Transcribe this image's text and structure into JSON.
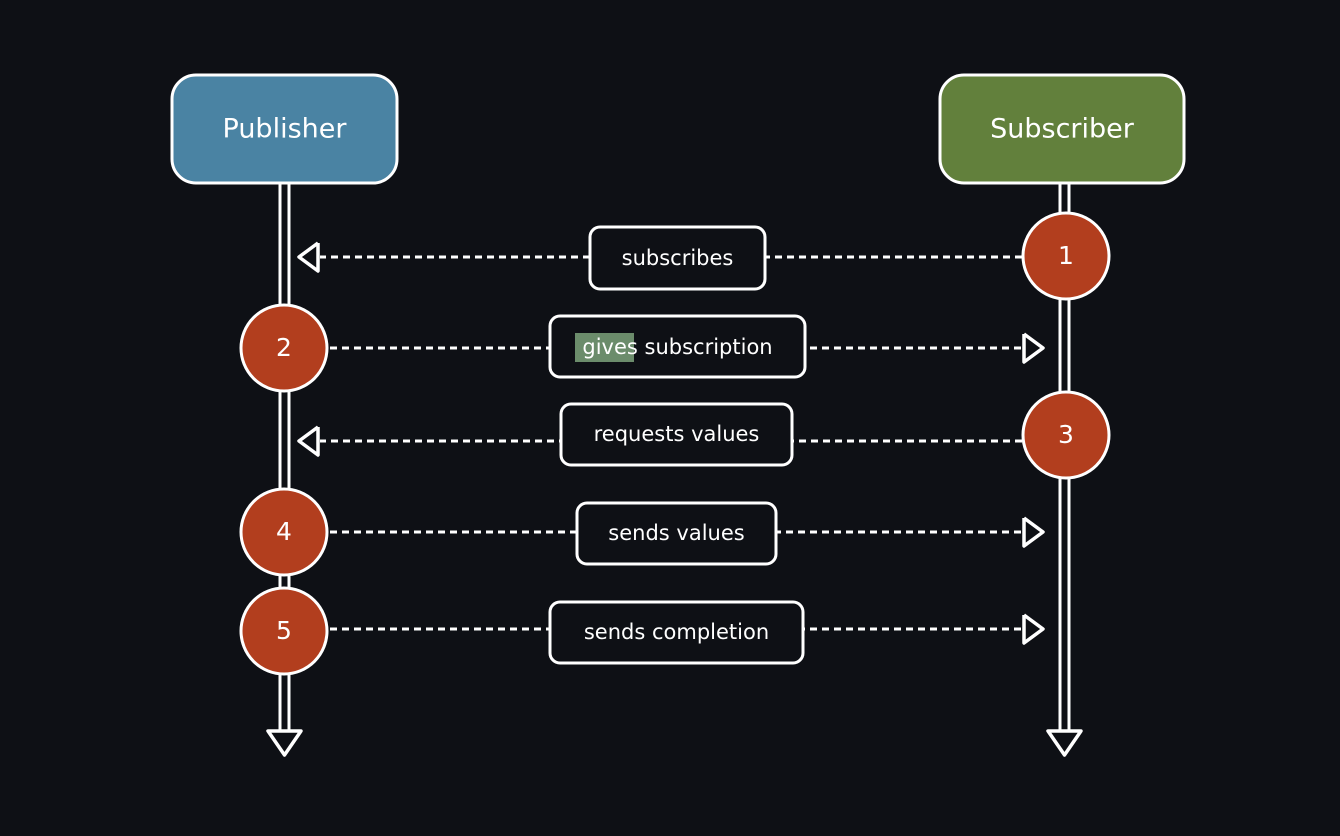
{
  "colors": {
    "background": "#0e1015",
    "publisher_fill": "#4a83a3",
    "subscriber_fill": "#62803c",
    "step_fill": "#b23e1e",
    "highlight": "#6b8c6b",
    "line": "#ffffff"
  },
  "lanes": {
    "publisher": {
      "title": "Publisher"
    },
    "subscriber": {
      "title": "Subscriber"
    }
  },
  "messages": [
    {
      "step": "1",
      "from": "subscriber",
      "to": "publisher",
      "label": "subscribes"
    },
    {
      "step": "2",
      "from": "publisher",
      "to": "subscriber",
      "label_highlight": "gives",
      "label_rest": " subscription"
    },
    {
      "step": "3",
      "from": "subscriber",
      "to": "publisher",
      "label": "requests values"
    },
    {
      "step": "4",
      "from": "publisher",
      "to": "subscriber",
      "label": "sends values"
    },
    {
      "step": "5",
      "from": "publisher",
      "to": "subscriber",
      "label": "sends completion"
    }
  ]
}
